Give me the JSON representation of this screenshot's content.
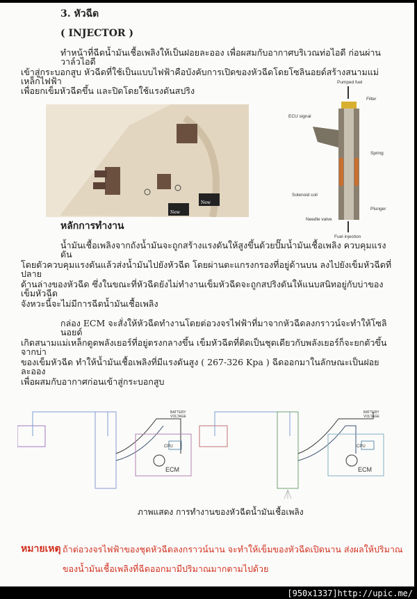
{
  "section": {
    "title": "3. หัวฉีด",
    "subtitle": "( INJECTOR )"
  },
  "intro": [
    "ทำหน้าที่ฉีดน้ำมันเชื้อเพลิงให้เป็นฝอยละออง  เพื่อผสมกับอากาศบริเวณท่อไอดี ก่อนผ่านวาล์วไอดี",
    "เข้าสู่กระบอกสูบ  หัวฉีดที่ใช้เป็นแบบไฟฟ้าคือบังคับการเปิดของหัวฉีดโดยโซลินอยด์สร้างสนามแม่เหล็กไฟฟ้า",
    "เพื่อยกเข็มหัวฉีดขึ้น และปิดโดยใช้แรงดันสปริง"
  ],
  "injector_diagram": {
    "labels": {
      "pumped_fuel": "Pumped fuel",
      "filter": "Filter",
      "ecu_signal": "ECU signal",
      "spring": "Spring",
      "solenoid_coil": "Solenoid coil",
      "plunger": "Plunger",
      "needle_valve": "Needle valve",
      "fuel_injection": "Fuel injection"
    }
  },
  "photo": {
    "badge_new": "New"
  },
  "principle": {
    "heading": "หลักการทำงาน",
    "para1": [
      "น้ำมันเชื้อเพลิงจากถังน้ำมันจะถูกสร้างแรงดันให้สูงขึ้นด้วยปั๊มน้ำมันเชื้อเพลิง ควบคุมแรงดัน",
      "โดยตัวควบคุมแรงดันแล้วส่งน้ำมันไปยังหัวฉีด  โดยผ่านตะแกรงกรองที่อยู่ด้านบน ลงไปยังเข็มหัวฉีดที่ปลาย",
      "ด้านล่างของหัวฉีด ซึ่งในขณะที่หัวฉีดยังไม่ทำงานเข็มหัวฉีดจะถูกสปริงดันให้แนบสนิทอยู่กับบ่าของเข็มหัวฉีด",
      "จังหวะนี้จะไม่มีการฉีดน้ำมันเชื้อเพลิง"
    ],
    "para2": [
      "กล่อง ECM  จะสั่งให้หัวฉีดทำงานโดยต่อวงจรไฟฟ้าที่มาจากหัวฉีดลงกราวน์จะทำให้โซลินอยด์",
      "เกิดสนามแม่เหล็กดูดพลังเยอร์ที่อยู่ตรงกลางขึ้น  เข็มหัวฉีดที่ติดเป็นชุดเดียวกับพลังเยอร์ก็จะยกตัวขึ้นจากบ่า",
      "ของเข็มหัวฉีด ทำให้น้ำมันเชื้อเพลิงที่มีแรงดันสูง ( 267-326 Kpa ) ฉีดออกมาในลักษณะเป็นฝอยละออง",
      " เพื่อผสมกับอากาศก่อนเข้าสู่กระบอกสูบ"
    ]
  },
  "circuit": {
    "battery": [
      "BATTERY",
      "VOLTAGE"
    ],
    "cpu": "CPU",
    "ecm": "ECM",
    "caption": "ภาพแสดง  การทำงานของหัวฉีดน้ำมันเชื้อเพลิง"
  },
  "note": {
    "label": "หมายเหตุ",
    "lines": [
      "ถ้าต่อวงจรไฟฟ้าของชุดหัวฉีดลงกราวน์นาน จะทำให้เข็มของหัวฉีดเปิดนาน ส่งผลให้ปริมาณ",
      "ของน้ำมันเชื้อเพลิงที่ฉีดออกมามีปริมาณมากตามไปด้วย"
    ],
    "color": "#d2311f"
  },
  "watermark": "[950x1337]http://upic.me/"
}
